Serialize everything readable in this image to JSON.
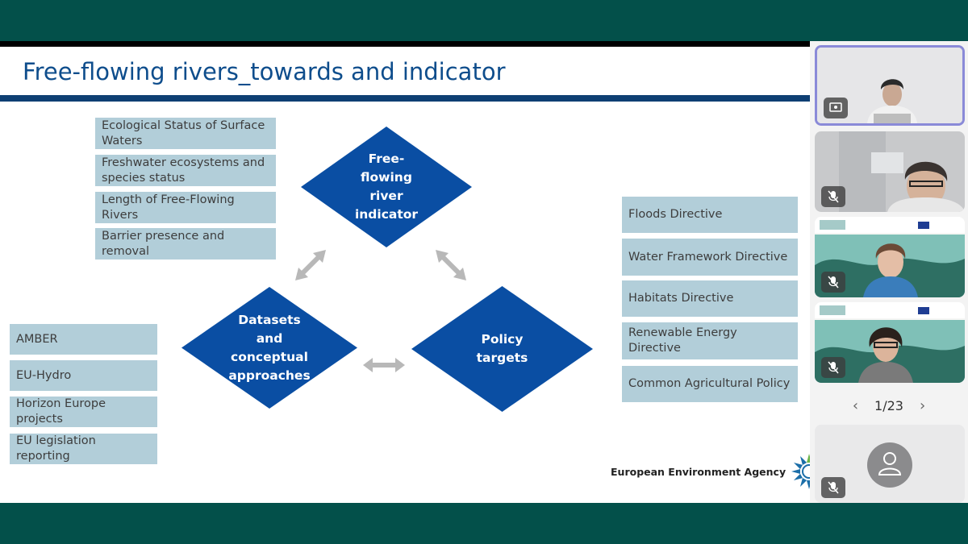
{
  "slide": {
    "title": "Free-flowing rivers_towards and indicator",
    "left_top_boxes": [
      "Ecological Status of Surface Waters",
      "Freshwater ecosystems and species status",
      "Length of Free-Flowing Rivers",
      "Barrier presence and removal"
    ],
    "left_bottom_boxes": [
      "AMBER",
      "EU-Hydro",
      "Horizon Europe projects",
      "EU legislation reporting"
    ],
    "right_boxes": [
      "Floods Directive",
      "Water Framework Directive",
      "Habitats Directive",
      "Renewable Energy Directive",
      "Common Agricultural Policy"
    ],
    "diamonds": {
      "top": "Free-\nflowing\nriver\nindicator",
      "left": "Datasets\nand\nconceptual\napproaches",
      "right": "Policy\ntargets"
    },
    "footer_logo_text": "European Environment Agency"
  },
  "colors": {
    "diamond": "#0a4ea3",
    "box": "#b2ced9",
    "title": "#0e4d8c",
    "rule": "#0e3f73",
    "arrow": "#b8b8b8",
    "frame": "#03504a",
    "active_border": "#8a8ad8"
  },
  "participants": {
    "icons": [
      "screen-share-icon",
      "mic-off-icon",
      "mic-off-icon",
      "mic-off-icon",
      "avatar-placeholder-icon"
    ]
  },
  "pager": {
    "label": "1/23",
    "prev_icon": "chevron-left-icon",
    "next_icon": "chevron-right-icon"
  }
}
